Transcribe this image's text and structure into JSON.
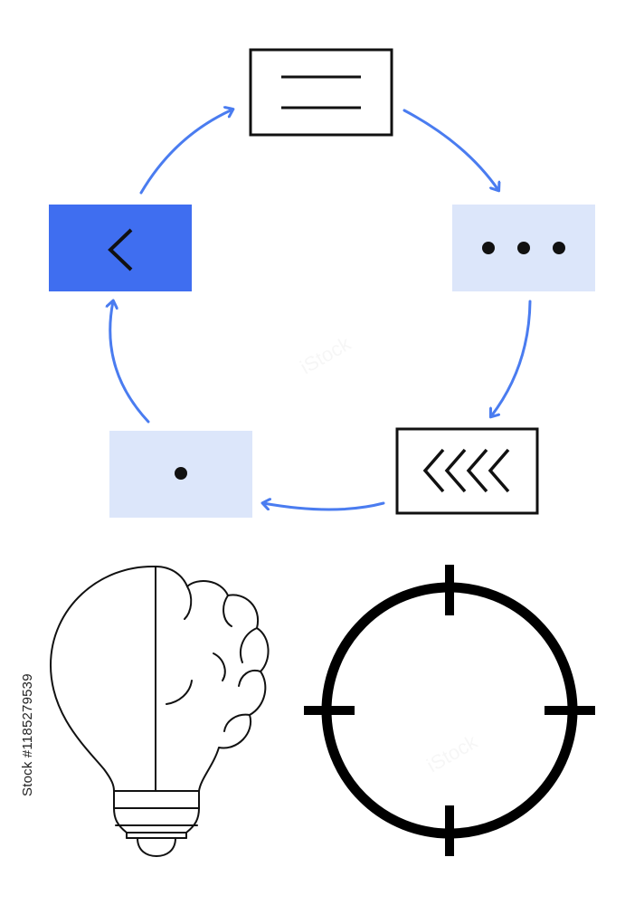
{
  "colors": {
    "arrow": "#4a7cf0",
    "box_outline": "#111111",
    "box_filled_dark": "#3f6ef0",
    "box_filled_light": "#dce6fa",
    "icon": "#111111",
    "icon_on_dark": "#111111",
    "background": "#ffffff"
  },
  "cycle": {
    "nodes": [
      {
        "name": "lines-node",
        "style": "outlined",
        "icon": "two-lines-icon"
      },
      {
        "name": "dots-node",
        "style": "light",
        "icon": "three-dots-icon"
      },
      {
        "name": "chevrons-node",
        "style": "outlined",
        "icon": "triple-chevron-left-icon"
      },
      {
        "name": "single-dot-node",
        "style": "light",
        "icon": "dot-icon"
      },
      {
        "name": "chevron-node",
        "style": "dark",
        "icon": "chevron-left-icon"
      }
    ],
    "arrows": [
      {
        "from": "lines-node",
        "to": "dots-node"
      },
      {
        "from": "dots-node",
        "to": "chevrons-node"
      },
      {
        "from": "chevrons-node",
        "to": "single-dot-node"
      },
      {
        "from": "single-dot-node",
        "to": "chevron-node"
      },
      {
        "from": "chevron-node",
        "to": "lines-node"
      }
    ]
  },
  "bottom_icons": [
    {
      "name": "brain-lightbulb-icon"
    },
    {
      "name": "crosshair-icon"
    }
  ],
  "watermark_text": "iStock",
  "stock_id": "Stock #1185279539"
}
